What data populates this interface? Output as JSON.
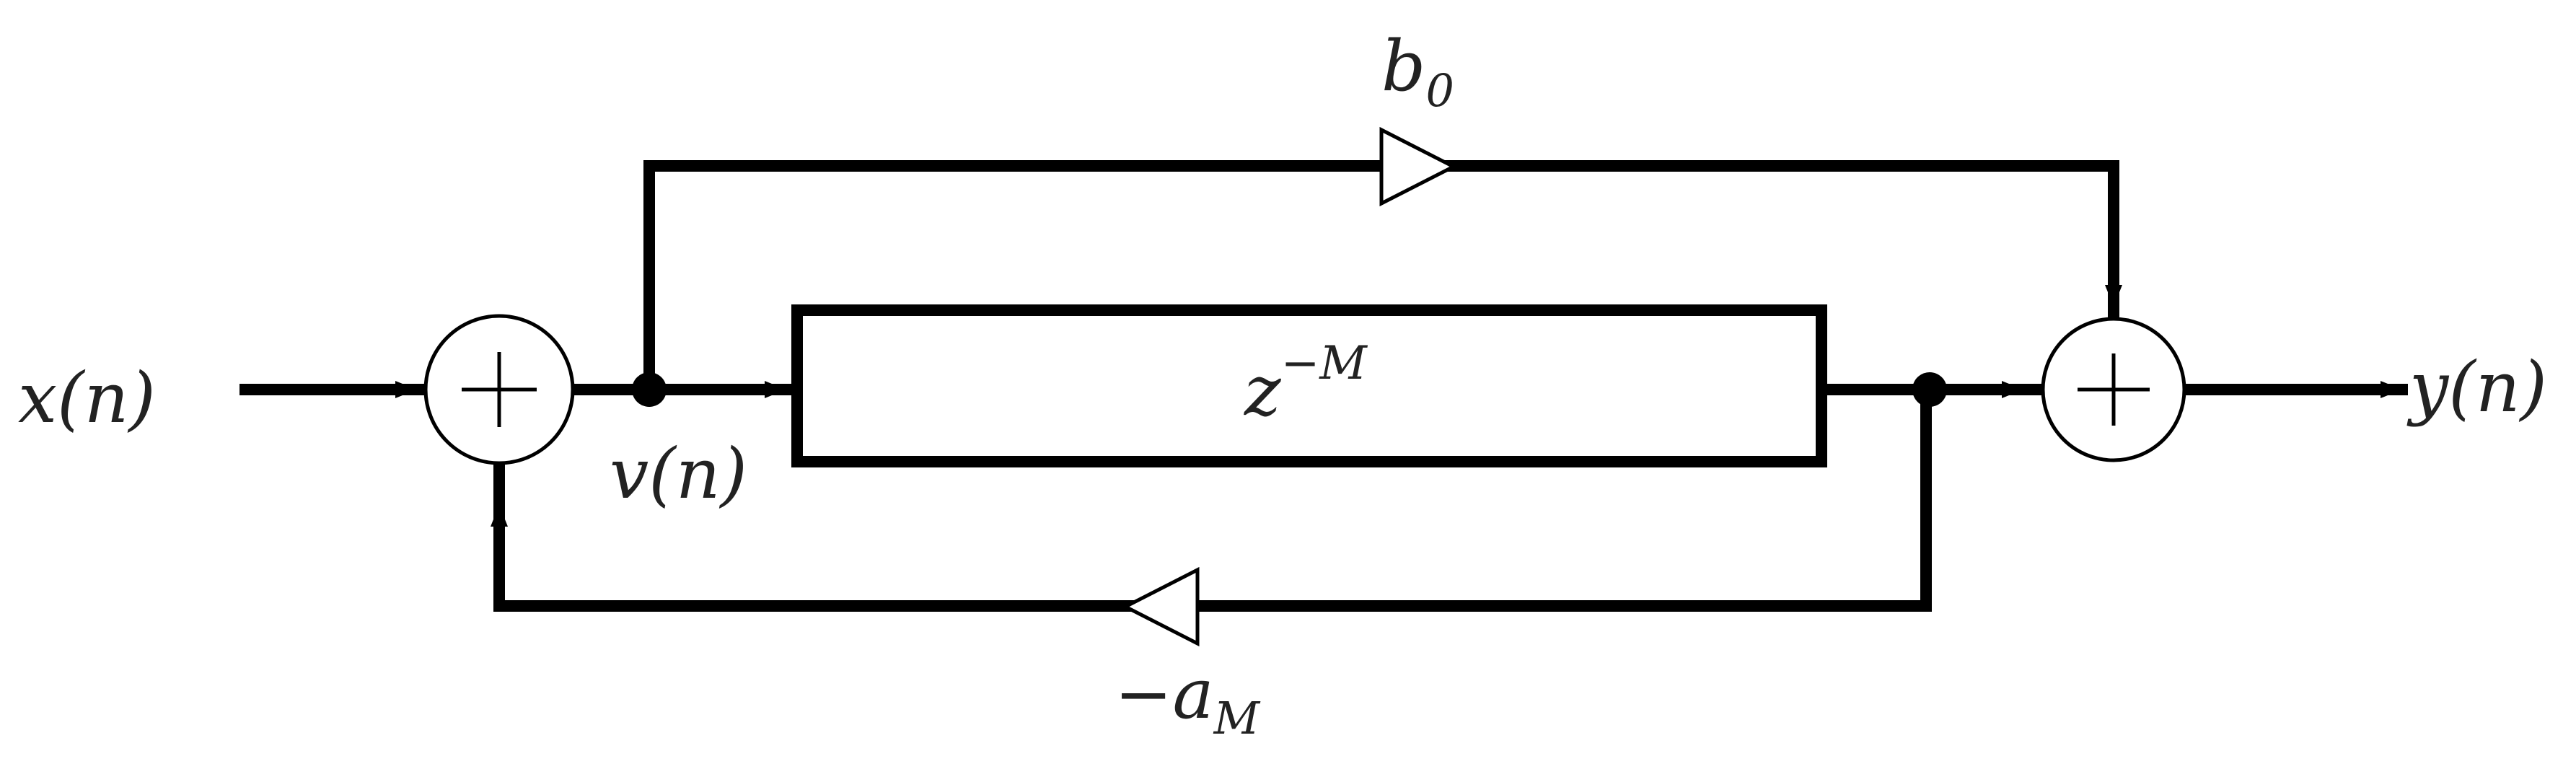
{
  "labels": {
    "input": "x(n)",
    "output": "y(n)",
    "intermediate": "v(n)",
    "delay_base": "z",
    "delay_exp": "−M",
    "feedforward_base": "b",
    "feedforward_sub": "0",
    "feedback_prefix": "−a",
    "feedback_sub": "M"
  },
  "symbols": {
    "adder": "+"
  }
}
